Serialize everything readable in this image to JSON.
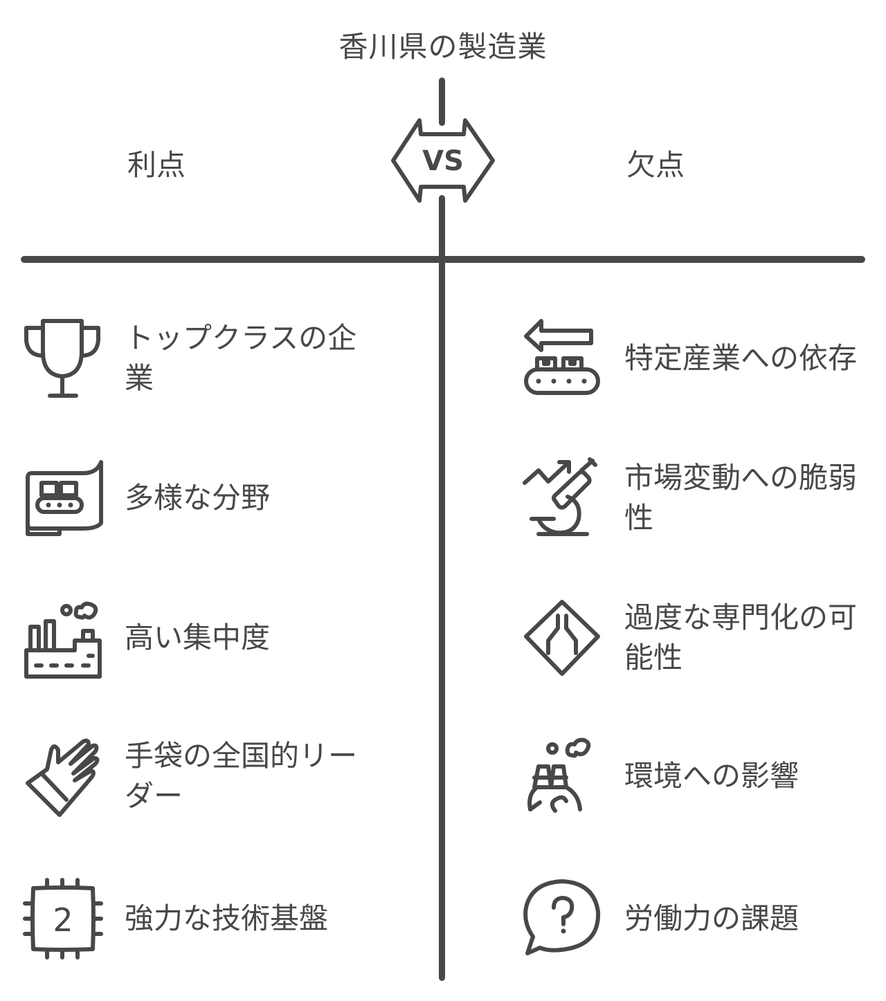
{
  "title": "香川県の製造業",
  "vs_label": "VS",
  "columns": {
    "left": {
      "heading": "利点"
    },
    "right": {
      "heading": "欠点"
    }
  },
  "advantages": [
    {
      "label": "トップクラスの企業",
      "icon": "trophy-icon"
    },
    {
      "label": "多様な分野",
      "icon": "conveyor-banner-icon"
    },
    {
      "label": "高い集中度",
      "icon": "factory-icon"
    },
    {
      "label": "手袋の全国的リーダー",
      "icon": "glove-icon"
    },
    {
      "label": "強力な技術基盤",
      "icon": "chip-2-icon"
    }
  ],
  "disadvantages": [
    {
      "label": "特定産業への依存",
      "icon": "conveyor-arrow-icon"
    },
    {
      "label": "市場変動への脆弱性",
      "icon": "microscope-trend-icon"
    },
    {
      "label": "過度な専門化の可能性",
      "icon": "road-merge-sign-icon"
    },
    {
      "label": "環境への影響",
      "icon": "pollution-earth-icon"
    },
    {
      "label": "労働力の課題",
      "icon": "question-bubble-icon"
    }
  ],
  "colors": {
    "ink": "#484848",
    "background": "#ffffff"
  }
}
